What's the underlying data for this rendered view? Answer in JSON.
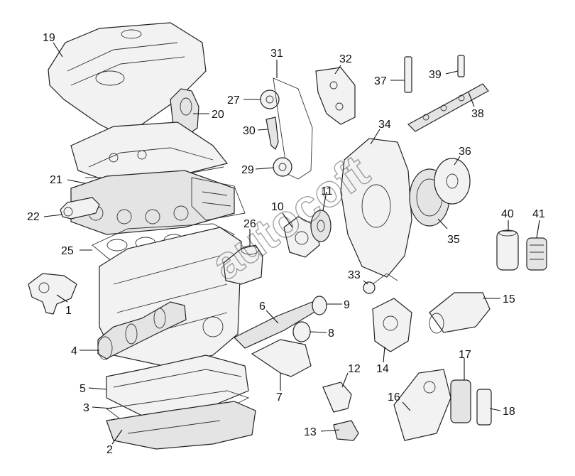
{
  "watermark": "autoсoft",
  "callouts": [
    {
      "id": "label-1",
      "text": "1"
    },
    {
      "id": "label-2",
      "text": "2"
    },
    {
      "id": "label-3",
      "text": "3"
    },
    {
      "id": "label-4",
      "text": "4"
    },
    {
      "id": "label-5",
      "text": "5"
    },
    {
      "id": "label-6",
      "text": "6"
    },
    {
      "id": "label-7",
      "text": "7"
    },
    {
      "id": "label-8",
      "text": "8"
    },
    {
      "id": "label-9",
      "text": "9"
    },
    {
      "id": "label-10",
      "text": "10"
    },
    {
      "id": "label-11",
      "text": "11"
    },
    {
      "id": "label-12",
      "text": "12"
    },
    {
      "id": "label-13",
      "text": "13"
    },
    {
      "id": "label-14",
      "text": "14"
    },
    {
      "id": "label-15",
      "text": "15"
    },
    {
      "id": "label-16",
      "text": "16"
    },
    {
      "id": "label-17",
      "text": "17"
    },
    {
      "id": "label-18",
      "text": "18"
    },
    {
      "id": "label-19",
      "text": "19"
    },
    {
      "id": "label-20",
      "text": "20"
    },
    {
      "id": "label-21",
      "text": "21"
    },
    {
      "id": "label-22",
      "text": "22"
    },
    {
      "id": "label-25",
      "text": "25"
    },
    {
      "id": "label-26",
      "text": "26"
    },
    {
      "id": "label-27",
      "text": "27"
    },
    {
      "id": "label-29",
      "text": "29"
    },
    {
      "id": "label-30",
      "text": "30"
    },
    {
      "id": "label-31",
      "text": "31"
    },
    {
      "id": "label-32",
      "text": "32"
    },
    {
      "id": "label-33",
      "text": "33"
    },
    {
      "id": "label-34",
      "text": "34"
    },
    {
      "id": "label-35",
      "text": "35"
    },
    {
      "id": "label-36",
      "text": "36"
    },
    {
      "id": "label-37",
      "text": "37"
    },
    {
      "id": "label-38",
      "text": "38"
    },
    {
      "id": "label-39",
      "text": "39"
    },
    {
      "id": "label-40",
      "text": "40"
    },
    {
      "id": "label-41",
      "text": "41"
    }
  ]
}
